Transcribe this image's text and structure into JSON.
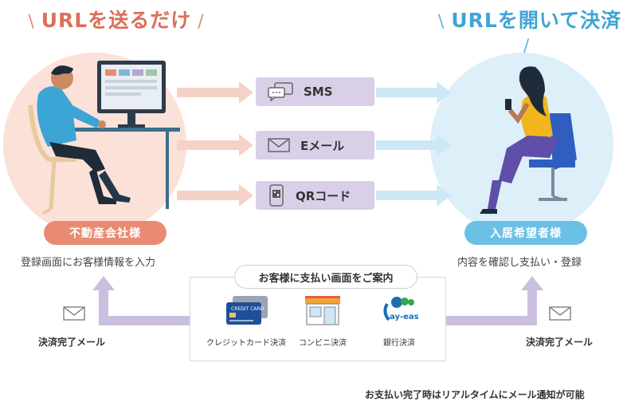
{
  "headline_left": "URLを送るだけ",
  "headline_right": "URLを開いて決済",
  "sender": {
    "label": "不動産会社様",
    "caption": "登録画面にお客様情報を入力"
  },
  "receiver": {
    "label": "入居希望者様",
    "caption": "内容を確認し支払い・登録"
  },
  "channels": [
    {
      "label": "SMS",
      "icon": "sms-chat-icon"
    },
    {
      "label": "Eメール",
      "icon": "envelope-icon"
    },
    {
      "label": "QRコード",
      "icon": "qr-phone-icon"
    }
  ],
  "payment_guide": {
    "title": "お客様に支払い画面をご案内",
    "methods": [
      {
        "label": "クレジットカード決済",
        "icon": "credit-card-icon"
      },
      {
        "label": "コンビニ決済",
        "icon": "convenience-store-icon"
      },
      {
        "label": "銀行決済",
        "icon": "pay-easy-logo"
      }
    ]
  },
  "completion_mail_left": "決済完了メール",
  "completion_mail_right": "決済完了メール",
  "footer_note": "お支払い完了時はリアルタイムにメール通知が可能",
  "logos": {
    "credit_card_text": "CREDIT CARD",
    "payeasy_text": "ay-easy"
  },
  "colors": {
    "coral": "#e98b73",
    "coral_light": "#fbe1d8",
    "blue": "#6cc0e6",
    "blue_light": "#ddeff9",
    "lavender": "#d9d0e8",
    "arrow_purple": "#cbbfe0"
  }
}
